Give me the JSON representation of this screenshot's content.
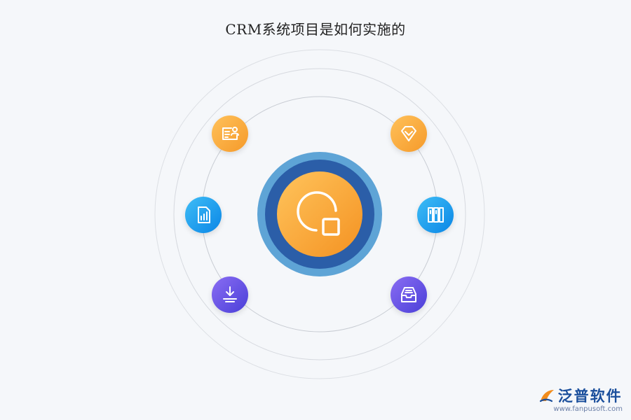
{
  "title": "CRM系统项目是如何实施的",
  "logo": {
    "name": "泛普软件",
    "url": "www.fanpusoft.com"
  },
  "center": {
    "icon": "pie-chart-icon"
  },
  "nodes": [
    {
      "id": "top-left",
      "icon": "id-card-icon",
      "color": "orange"
    },
    {
      "id": "top-right",
      "icon": "diamond-badge-icon",
      "color": "orange"
    },
    {
      "id": "mid-left",
      "icon": "report-document-icon",
      "color": "blue"
    },
    {
      "id": "mid-right",
      "icon": "books-icon",
      "color": "blue"
    },
    {
      "id": "bottom-left",
      "icon": "download-icon",
      "color": "purple"
    },
    {
      "id": "bottom-right",
      "icon": "inbox-tray-icon",
      "color": "purple"
    }
  ],
  "colors": {
    "orange": "#f8a63a",
    "blue": "#1496ee",
    "purple": "#6450e6",
    "center_ring_outer": "#5ea4d6",
    "center_ring_inner": "#2b5ea8",
    "brand": "#1b4f9c"
  }
}
